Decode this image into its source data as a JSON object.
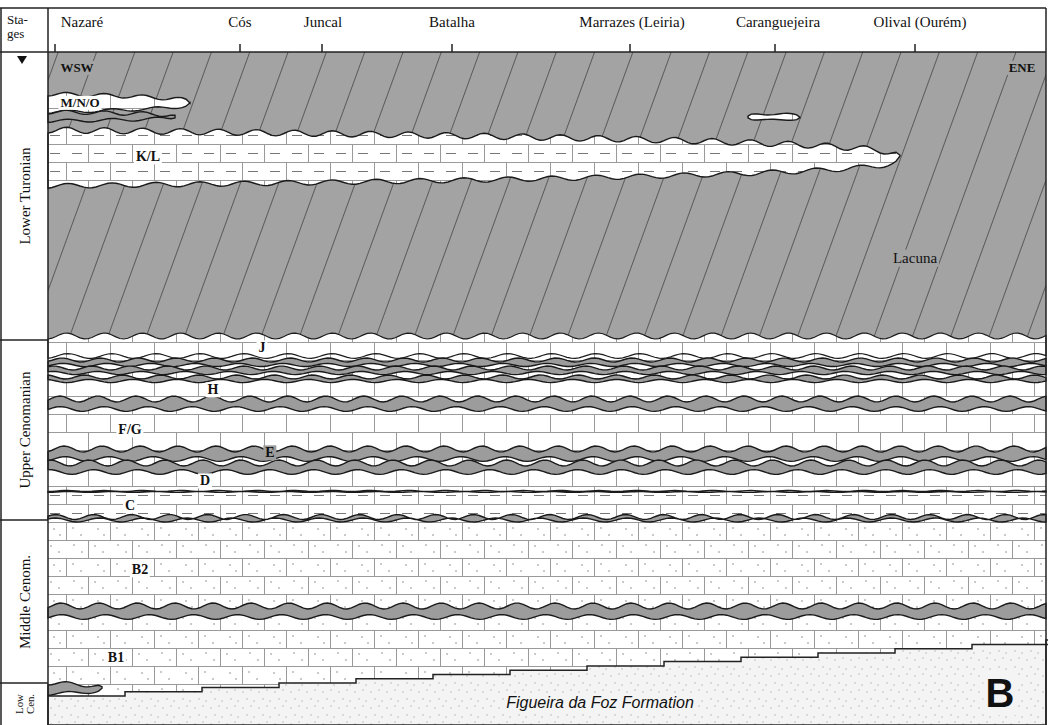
{
  "diagram": {
    "nodes": [
      {
        "text": [
          "Lower Turonian"
        ]
      },
      {
        "text": [
          "Upper Cenomanian"
        ]
      },
      {
        "text": [
          "Middle Cenom."
        ]
      },
      {
        "text": [
          "Low Cen."
        ]
      }
    ],
    "labels": [
      "Sta-ges",
      "Nazaré",
      "Cós",
      "Juncal",
      "Batalha",
      "Marrazes (Leiria)",
      "Caranguejeira",
      "Olival (Ourém)",
      "WSW",
      "ENE",
      "M/N/O",
      "K/L",
      "Lacuna",
      "J",
      "H",
      "F/G",
      "E",
      "D",
      "C",
      "B2",
      "B1",
      "Figueira da Foz Formation",
      "B"
    ]
  }
}
